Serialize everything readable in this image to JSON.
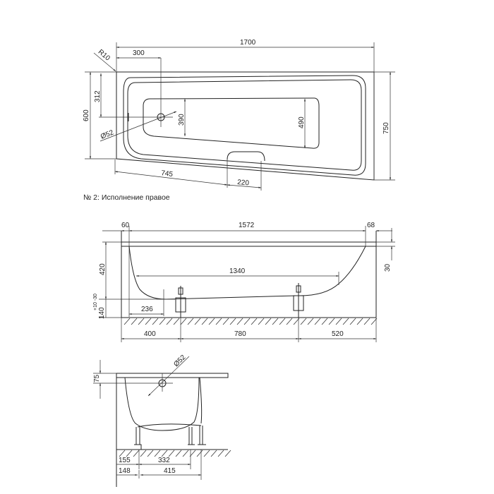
{
  "top_view": {
    "overall_length": "1700",
    "drain_offset": "300",
    "corner_radius": "R10",
    "narrow_width": "600",
    "drain_from_top": "312",
    "drain_diameter": "Ø52",
    "basin_width_left": "390",
    "basin_width_right": "490",
    "overall_width": "750",
    "handle_offset": "745",
    "handle_width": "220"
  },
  "caption": "№ 2: Исполнение правое",
  "side_view": {
    "rim_left": "60",
    "inner_length": "1572",
    "rim_right": "68",
    "bottom_length": "1340",
    "depth": "420",
    "rim_thickness": "30",
    "tolerance": "+10 -30",
    "leg_height": "140",
    "drain_offset": "236",
    "foot_left": "400",
    "foot_spacing": "780",
    "foot_right": "520"
  },
  "end_view": {
    "drain_depth": "75",
    "drain_diameter": "Ø52",
    "dim_155": "155",
    "dim_332": "332",
    "dim_148": "148",
    "dim_415": "415"
  }
}
